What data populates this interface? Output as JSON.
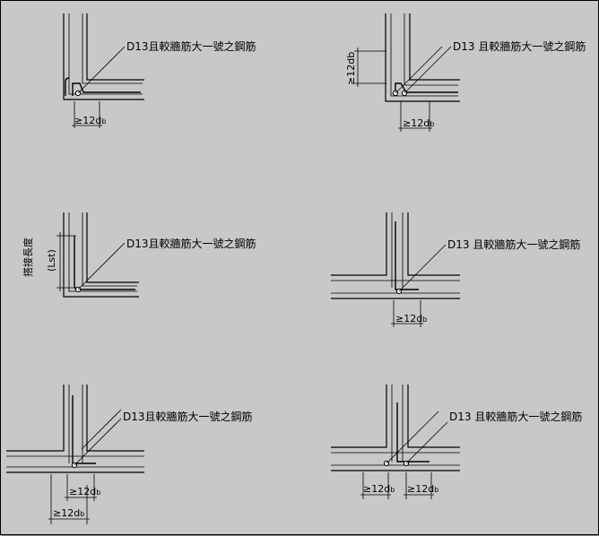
{
  "labels": {
    "rebar_note_a": "D13且較牆筋大一號之鋼筋",
    "rebar_note_b": "D13 且較牆筋大一號之鋼筋",
    "dim_12db": "≥12d",
    "dim_sub": "b",
    "dim_12db_vertical": "≥12db",
    "lap_length_text": "搭接長度",
    "lap_length_symbol": "(Lst)"
  }
}
